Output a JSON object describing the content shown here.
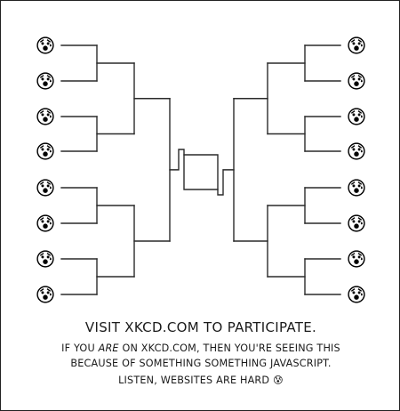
{
  "comic": {
    "bracket": {
      "entrant_icon": "anxious-face-with-sweat-icon",
      "entrant_glyph": "😰",
      "left_entrants": 8,
      "right_entrants": 8
    },
    "caption": {
      "call_to_action": "VISIT XKCD.COM TO PARTICIPATE.",
      "note_line1_start": "IF YOU ",
      "note_line1_emphasis": "ARE",
      "note_line1_end": " ON XKCD.COM, THEN YOU'RE SEEING THIS",
      "note_line2": "BECAUSE OF SOMETHING SOMETHING JAVASCRIPT.",
      "note_line3": "LISTEN, WEBSITES ARE HARD",
      "note_line3_glyph": "😰"
    }
  }
}
